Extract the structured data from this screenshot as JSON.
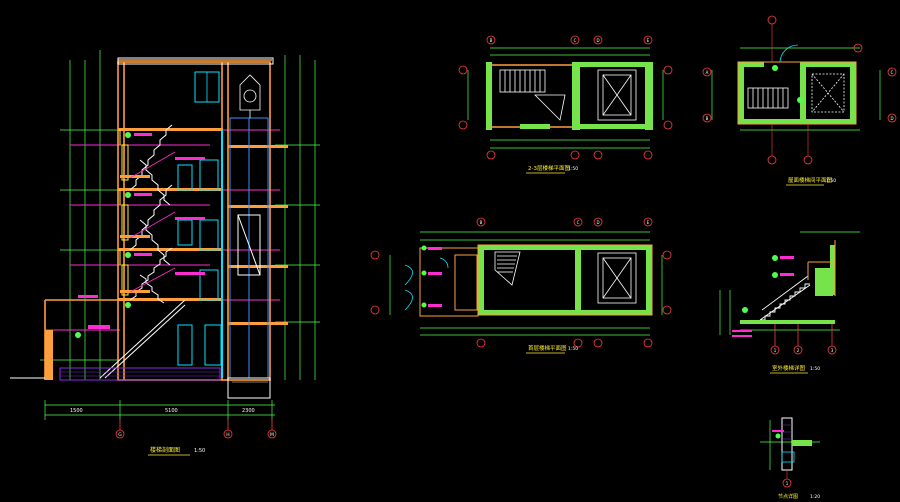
{
  "colors": {
    "background": "#000000",
    "wall": "#ff9e3d",
    "dim": "#4cff4c",
    "text": "#ffffff",
    "grid": "#ff3b3b",
    "level": "#ff2ccf",
    "stair": "#ffffff",
    "glass": "#00e5ff",
    "elevator": "#3f8cff",
    "yellow": "#ffee33",
    "fill": "#77e34b",
    "hatch": "#8a2be2"
  },
  "drawings": {
    "section_title": "楼梯剖面图",
    "section_scale": "1:50",
    "plan_top_title": "2-3层楼梯平面图",
    "plan_top_scale": "1:50",
    "plan_roof_title": "屋面楼梯间平面图",
    "plan_roof_scale": "1:50",
    "plan_ground_title": "首层楼梯平面图",
    "plan_ground_scale": "1:50",
    "stair_detail_title": "室外楼梯详图",
    "stair_detail_scale": "1:50",
    "node_detail_title": "节点详图",
    "node_detail_scale": "1:20"
  },
  "section_axes": [
    "G",
    "H",
    "M"
  ],
  "section_dims": [
    "1500",
    "5100",
    "2300"
  ],
  "plan_axes_top": [
    "B",
    "C",
    "D",
    "E"
  ],
  "plan_axes_roof": [
    "A",
    "B",
    "C",
    "D"
  ],
  "ground_axes": [
    "B",
    "C",
    "D",
    "E"
  ],
  "stair_detail_axes": [
    "1",
    "2",
    "3"
  ],
  "node_detail_axes": [
    "1"
  ]
}
